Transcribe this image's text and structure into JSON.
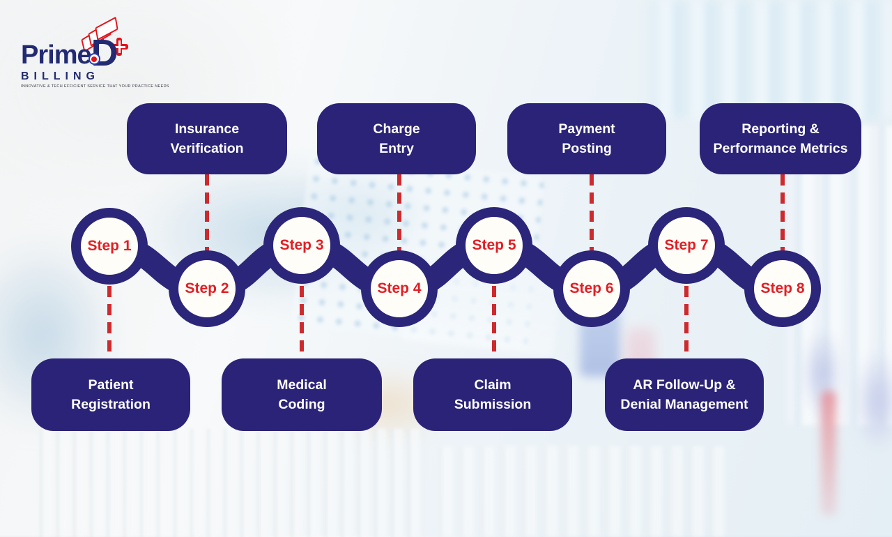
{
  "logo": {
    "brand_prime": "Prime",
    "brand_d": "D",
    "brand_sub": "BILLING",
    "tagline": "INNOVATIVE & TECH EFFICIENT SERVICE THAT YOUR PRACTICE NEEDS"
  },
  "colors": {
    "navy": "#2b2679",
    "pill_navy": "#2b2377",
    "step_red": "#e21e25",
    "dash_red": "#cd2a2e",
    "circle_fill": "#fffdf7"
  },
  "steps": [
    {
      "label": "Step 1"
    },
    {
      "label": "Step 2"
    },
    {
      "label": "Step 3"
    },
    {
      "label": "Step 4"
    },
    {
      "label": "Step 5"
    },
    {
      "label": "Step 6"
    },
    {
      "label": "Step 7"
    },
    {
      "label": "Step 8"
    }
  ],
  "stages_top": [
    {
      "line1": "Insurance",
      "line2": "Verification"
    },
    {
      "line1": "Charge",
      "line2": "Entry"
    },
    {
      "line1": "Payment",
      "line2": "Posting"
    },
    {
      "line1": "Reporting &",
      "line2": "Performance Metrics"
    }
  ],
  "stages_bottom": [
    {
      "line1": "Patient",
      "line2": "Registration"
    },
    {
      "line1": "Medical",
      "line2": "Coding"
    },
    {
      "line1": "Claim",
      "line2": "Submission"
    },
    {
      "line1": "AR Follow-Up &",
      "line2": "Denial Management"
    }
  ]
}
